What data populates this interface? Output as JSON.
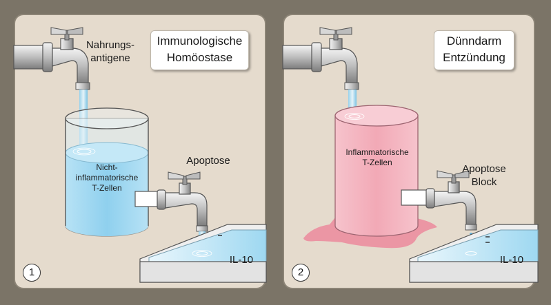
{
  "panel_left": {
    "number": "1",
    "title_line1": "Immunologische",
    "title_line2": "Homöostase",
    "tap_top_label_line1": "Nahrungs-",
    "tap_top_label_line2": "antigene",
    "tank_label_line1": "Nicht-",
    "tank_label_line2": "inflammatorische",
    "tank_label_line3": "T-Zellen",
    "tap_bottom_label": "Apoptose",
    "tray_label": "IL-10"
  },
  "panel_right": {
    "number": "2",
    "title_line1": "Dünndarm",
    "title_line2": "Entzündung",
    "tank_label_line1": "Inflammatorische",
    "tank_label_line2": "T-Zellen",
    "tap_bottom_label_line1": "Apoptose",
    "tap_bottom_label_line2": "Block",
    "tray_label": "IL-10"
  },
  "colors": {
    "background": "#7b7467",
    "panel": "#e5dbcd",
    "water_blue": "#9fd6ef",
    "water_red": "#f2a9b6",
    "spill_red": "#ec8a9c",
    "metal": "#c9c9c9"
  }
}
